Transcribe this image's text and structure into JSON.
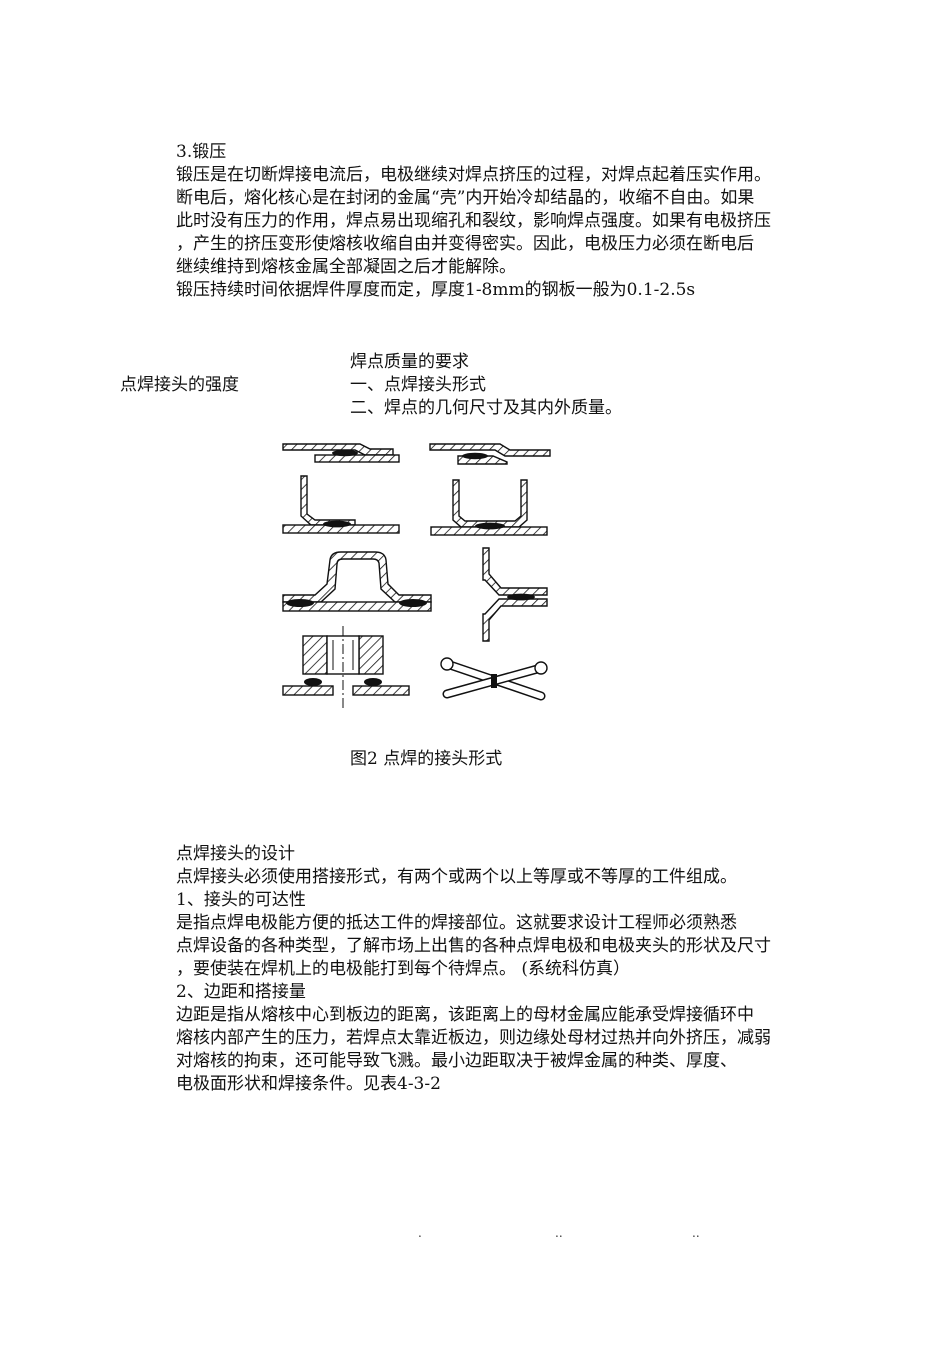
{
  "section1": {
    "heading": "3.锻压",
    "lines": [
      "锻压是在切断焊接电流后，电极继续对焊点挤压的过程，对焊点起着压实作用。",
      "断电后，熔化核心是在封闭的金属“壳”内开始冷却结晶的，收缩不自由。如果",
      "此时没有压力的作用，焊点易出现缩孔和裂纹，影响焊点强度。如果有电极挤压",
      "，产生的挤压变形使熔核收缩自由并变得密实。因此，电极压力必须在断电后",
      "继续维持到熔核金属全部凝固之后才能解除。",
      "锻压持续时间依据焊件厚度而定，厚度1-8mm的钢板一般为0.1-2.5s"
    ]
  },
  "section2": {
    "left_label": "点焊接头的强度",
    "right_lines": [
      "焊点质量的要求",
      "一、点焊接头形式",
      "二、焊点的几何尺寸及其内外质量。"
    ]
  },
  "figure": {
    "caption": "图2  点焊的接头形式"
  },
  "section3": {
    "lines": [
      "点焊接头的设计",
      "点焊接头必须使用搭接形式，有两个或两个以上等厚或不等厚的工件组成。",
      "1、接头的可达性",
      "是指点焊电极能方便的抵达工件的焊接部位。这就要求设计工程师必须熟悉",
      "点焊设备的各种类型，了解市场上出售的各种点焊电极和电极夹头的形状及尺寸",
      "，要使装在焊机上的电极能打到每个待焊点。      (系统科仿真）",
      "2、边距和搭接量",
      "边距是指从熔核中心到板边的距离，该距离上的母材金属应能承受焊接循环中",
      "熔核内部产生的压力，若焊点太靠近板边，则边缘处母材过热并向外挤压，减弱",
      "对熔核的拘束，还可能导致飞溅。最小边距取决于被焊金属的种类、厚度、",
      "电极面形状和焊接条件。见表4-3-2"
    ]
  },
  "footer": {
    "marks": [
      ".",
      "..",
      ".."
    ]
  }
}
